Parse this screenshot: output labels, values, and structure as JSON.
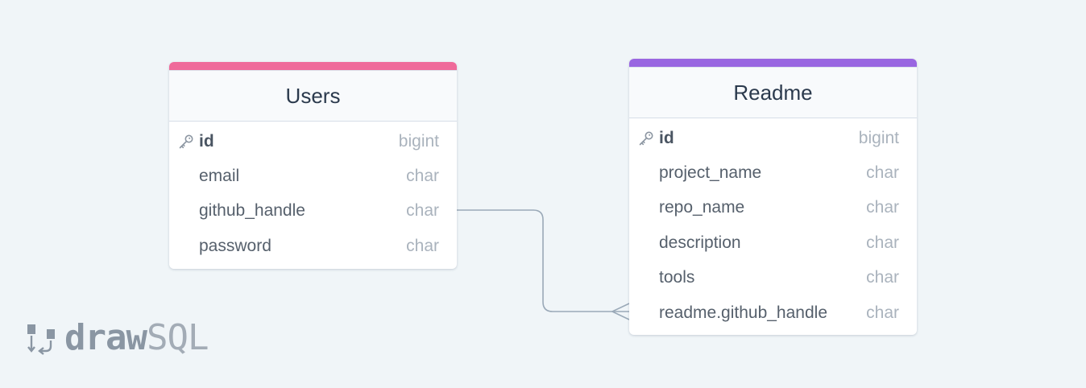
{
  "colors": {
    "background": "#f0f5f8",
    "users_accent": "#ef6a9a",
    "readme_accent": "#9966e1",
    "relation_line": "#9aa9b8"
  },
  "relationship": {
    "from": "Users.github_handle",
    "to": "Readme.readme.github_handle",
    "cardinality": "one-to-many"
  },
  "tables": {
    "users": {
      "title": "Users",
      "columns": [
        {
          "name": "id",
          "type": "bigint",
          "primary_key": true,
          "icon": "key-icon"
        },
        {
          "name": "email",
          "type": "char"
        },
        {
          "name": "github_handle",
          "type": "char"
        },
        {
          "name": "password",
          "type": "char"
        }
      ]
    },
    "readme": {
      "title": "Readme",
      "columns": [
        {
          "name": "id",
          "type": "bigint",
          "primary_key": true,
          "icon": "key-icon"
        },
        {
          "name": "project_name",
          "type": "char"
        },
        {
          "name": "repo_name",
          "type": "char"
        },
        {
          "name": "description",
          "type": "char"
        },
        {
          "name": "tools",
          "type": "char"
        },
        {
          "name": "readme.github_handle",
          "type": "char"
        }
      ]
    }
  },
  "logo": {
    "bold": "draw",
    "light": "SQL"
  }
}
